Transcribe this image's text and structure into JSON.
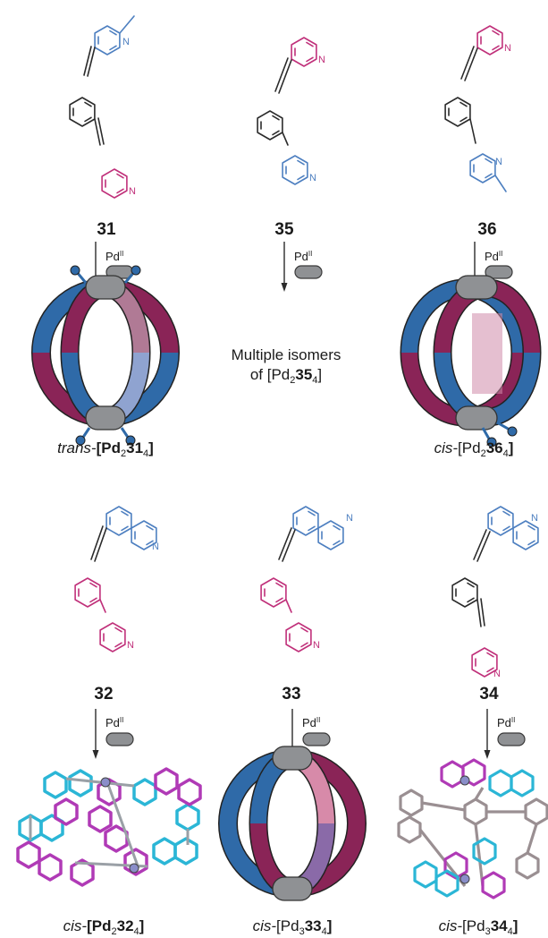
{
  "ligands_top": [
    {
      "num": "31"
    },
    {
      "num": "35"
    },
    {
      "num": "36"
    }
  ],
  "ligands_bottom": [
    {
      "num": "32"
    },
    {
      "num": "33"
    },
    {
      "num": "34"
    }
  ],
  "reagent": {
    "metal": "Pd",
    "oxidation": "II"
  },
  "atom_label": "N",
  "products_top": [
    {
      "prefix": "trans-",
      "open": "[Pd",
      "pd_count": "2",
      "ligand": "31",
      "ligand_count": "4",
      "close": "]"
    },
    {
      "line1": "Multiple isomers",
      "line2_prefix": "of [Pd",
      "pd_count": "2",
      "ligand": "35",
      "ligand_count": "4",
      "close": "]"
    },
    {
      "prefix": "cis-",
      "open": "[Pd",
      "pd_count": "2",
      "ligand": "36",
      "ligand_count": "4",
      "close": "]"
    }
  ],
  "products_bottom": [
    {
      "prefix": "cis-",
      "open": "[Pd",
      "pd_count": "2",
      "ligand": "32",
      "ligand_count": "4",
      "close": "]"
    },
    {
      "prefix": "cis-",
      "open": "[Pd",
      "pd_count": "3",
      "ligand": "33",
      "ligand_count": "4",
      "close": "]"
    },
    {
      "prefix": "cis-",
      "open": "[Pd",
      "pd_count": "3",
      "ligand": "34",
      "ligand_count": "4",
      "close": "]"
    }
  ],
  "colors": {
    "magenta": "#c0307a",
    "blue": "#4d7fc0",
    "ring_blue": "#2f6aa8",
    "ring_maroon": "#8a2457",
    "pd_gray": "#8f9194",
    "crystal_cyan": "#2bb6d6",
    "crystal_purple": "#b03ab6"
  }
}
